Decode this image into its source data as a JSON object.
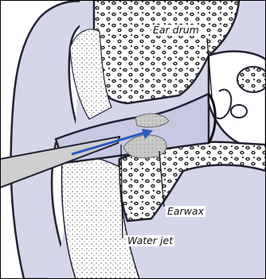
{
  "labels": {
    "ear_drum": "Ear drum",
    "earwax": "Earwax",
    "water_jet": "Water jet"
  },
  "colors": {
    "skin": "#d6d6ea",
    "bone": "#ffffff",
    "wax": "#c9c9c9",
    "outline": "#222233",
    "jet": "#2a5bc4",
    "syringe": "#cfcfcf"
  }
}
